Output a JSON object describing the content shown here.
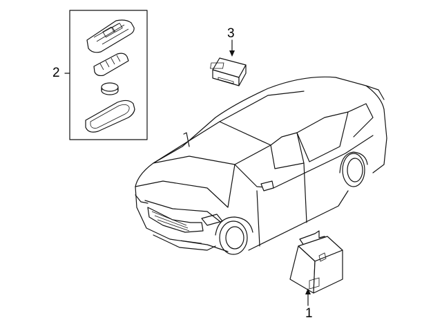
{
  "callouts": [
    {
      "id": "1",
      "text": "1"
    },
    {
      "id": "2",
      "text": "2"
    },
    {
      "id": "3",
      "text": "3"
    }
  ]
}
